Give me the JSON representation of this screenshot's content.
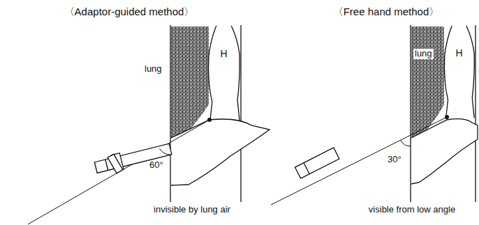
{
  "diagram": {
    "nodes": [
      {
        "text": [
          "H"
        ]
      },
      {
        "text": [
          "H"
        ]
      }
    ],
    "labels": [
      "〈Adaptor-guided method〉",
      "〈Free hand method〉",
      "lung",
      "60°",
      "invisible by lung air",
      "lung",
      "30°",
      "visible from low angle"
    ]
  }
}
